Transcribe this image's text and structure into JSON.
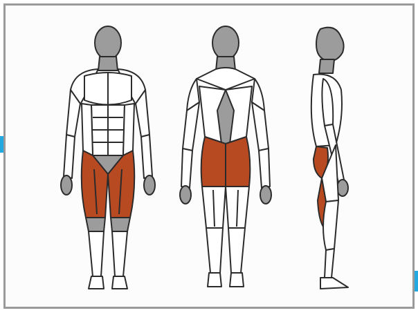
{
  "diagram": {
    "views": [
      "front",
      "back",
      "side"
    ],
    "highlighted_muscles": [
      "quadriceps",
      "gluteus",
      "hamstrings"
    ]
  },
  "colors": {
    "frame_border": "#9a9a9a",
    "outline": "#2b2b2b",
    "head_gray": "#9c9c9c",
    "highlight": "#b84a22",
    "edge_accent": "#23a9e1"
  },
  "icons": {
    "front_view": "body-front-icon",
    "back_view": "body-back-icon",
    "side_view": "body-side-icon"
  }
}
